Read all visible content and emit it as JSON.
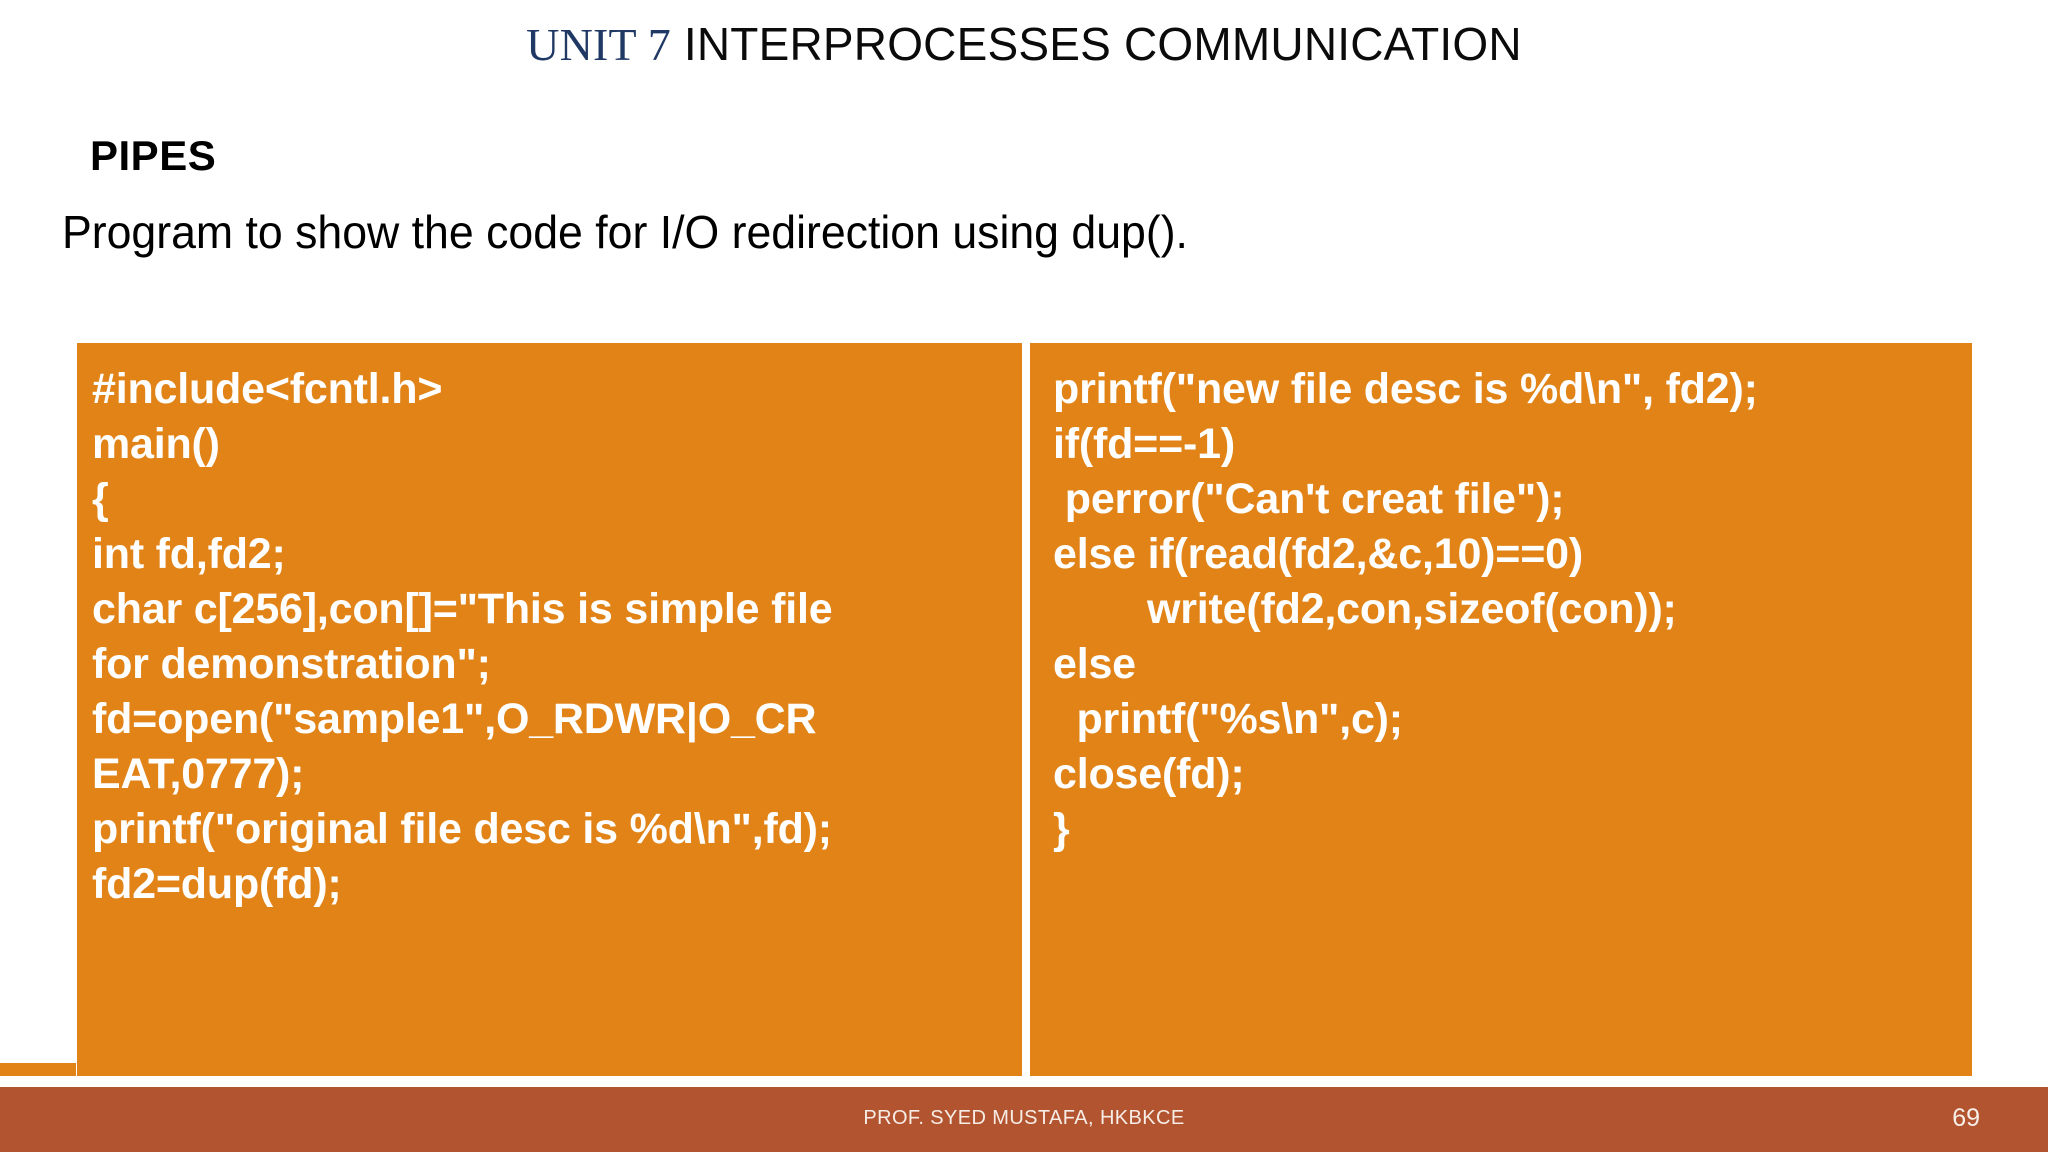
{
  "slide": {
    "title": {
      "unit": "UNIT 7",
      "rest": " INTERPROCESSES COMMUNICATION"
    },
    "heading": "PIPES",
    "intro": "Program to show the code for I/O redirection using dup().",
    "code": {
      "left_column": [
        "#include<fcntl.h>",
        "main()",
        "{",
        "int fd,fd2;",
        "char c[256],con[]=\"This is simple file",
        "for demonstration\";",
        "fd=open(\"sample1\",O_RDWR|O_CR",
        "EAT,0777);",
        "printf(\"original file desc is %d\\n\",fd);",
        "fd2=dup(fd);"
      ],
      "right_column": [
        "printf(\"new file desc is %d\\n\", fd2);",
        "if(fd==-1)",
        " perror(\"Can't creat file\");",
        "else if(read(fd2,&c,10)==0)",
        "        write(fd2,con,sizeof(con));",
        "else",
        "  printf(\"%s\\n\",c);",
        "close(fd);",
        "}"
      ]
    },
    "footer": {
      "text": "PROF. SYED MUSTAFA, HKBKCE",
      "page_number": "69"
    },
    "colors": {
      "code_block_orange": "#E18317",
      "footer_bar": "#B35430",
      "title_unit_navy": "#1F3864",
      "code_text": "#FFFFFF",
      "background": "#FFFFFF"
    }
  }
}
